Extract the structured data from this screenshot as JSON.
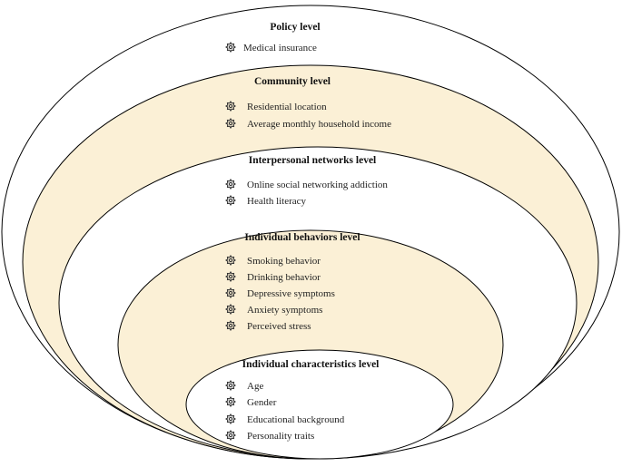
{
  "levels": [
    {
      "id": "policy",
      "title": "Policy level",
      "fill": "#ffffff",
      "items": [
        "Medical insurance"
      ]
    },
    {
      "id": "community",
      "title": "Community level",
      "fill": "#fbf0d6",
      "items": [
        "Residential location",
        "Average monthly household income"
      ]
    },
    {
      "id": "interpersonal",
      "title": "Interpersonal networks level",
      "fill": "#ffffff",
      "items": [
        "Online social networking addiction",
        "Health literacy"
      ]
    },
    {
      "id": "individual-behaviors",
      "title": "Individual behaviors level",
      "fill": "#fbf0d6",
      "items": [
        "Smoking behavior",
        "Drinking behavior",
        "Depressive symptoms",
        "Anxiety symptoms",
        "Perceived stress"
      ]
    },
    {
      "id": "individual-characteristics",
      "title": "Individual characteristics level",
      "fill": "#ffffff",
      "items": [
        "Age",
        "Gender",
        "Educational background",
        "Personality traits"
      ]
    }
  ],
  "icon": "gear-icon",
  "stroke_color": "#000000"
}
